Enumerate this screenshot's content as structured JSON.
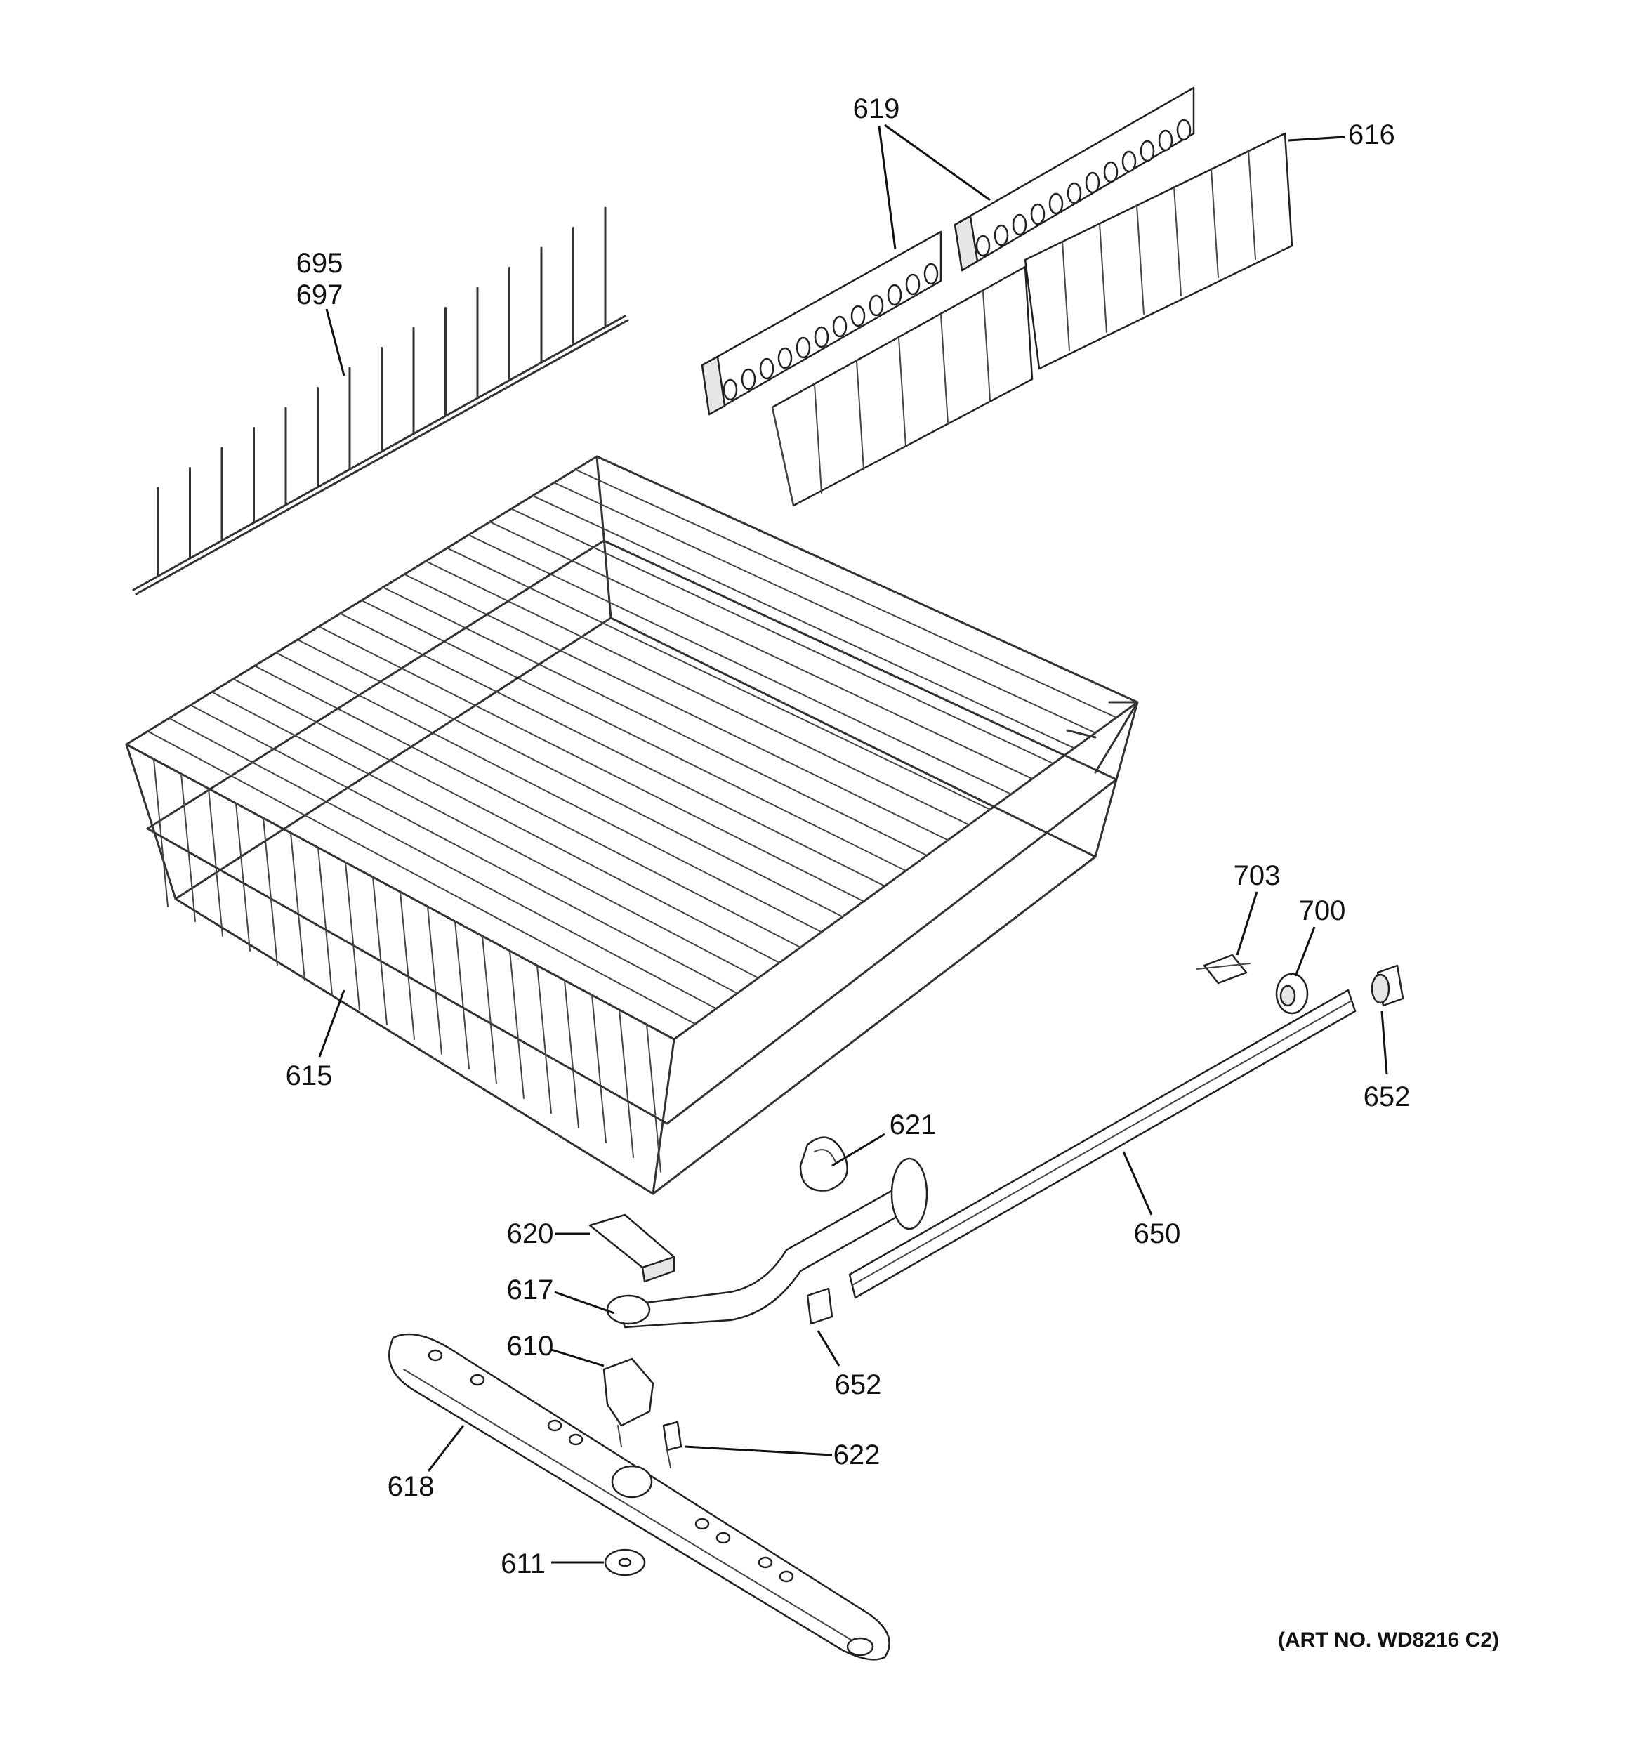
{
  "callouts": {
    "c619": "619",
    "c616": "616",
    "c695": "695",
    "c697": "697",
    "c615": "615",
    "c703": "703",
    "c700": "700",
    "c652a": "652",
    "c621": "621",
    "c650": "650",
    "c620": "620",
    "c617": "617",
    "c610": "610",
    "c652b": "652",
    "c622": "622",
    "c618": "618",
    "c611": "611"
  },
  "art_number": "(ART NO. WD8216 C2)"
}
